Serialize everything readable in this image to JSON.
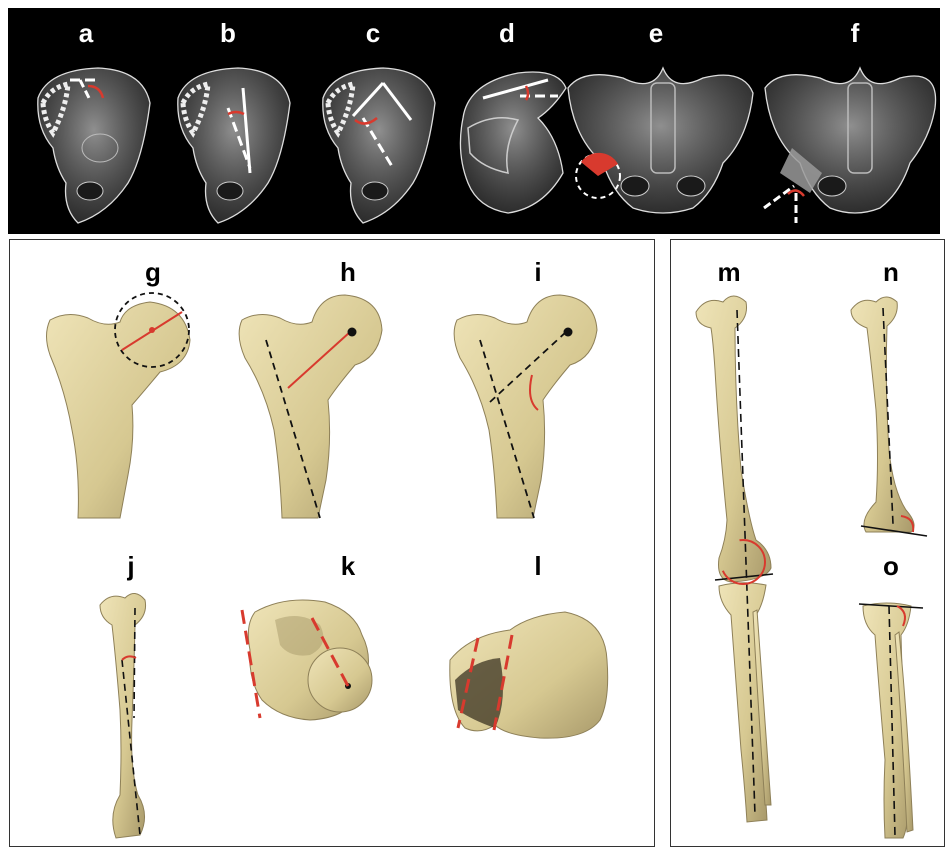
{
  "figure": {
    "panel_labels": [
      "a",
      "b",
      "c",
      "d",
      "e",
      "f",
      "g",
      "h",
      "i",
      "j",
      "k",
      "l",
      "m",
      "n",
      "o"
    ]
  },
  "colors": {
    "background_dark": "#000000",
    "bone_pelvis": "#d9d9d9",
    "bone_femur": "#d9cc9a",
    "measure_red": "#d83a2e",
    "measure_white": "#ffffff",
    "measure_black": "#111111"
  }
}
